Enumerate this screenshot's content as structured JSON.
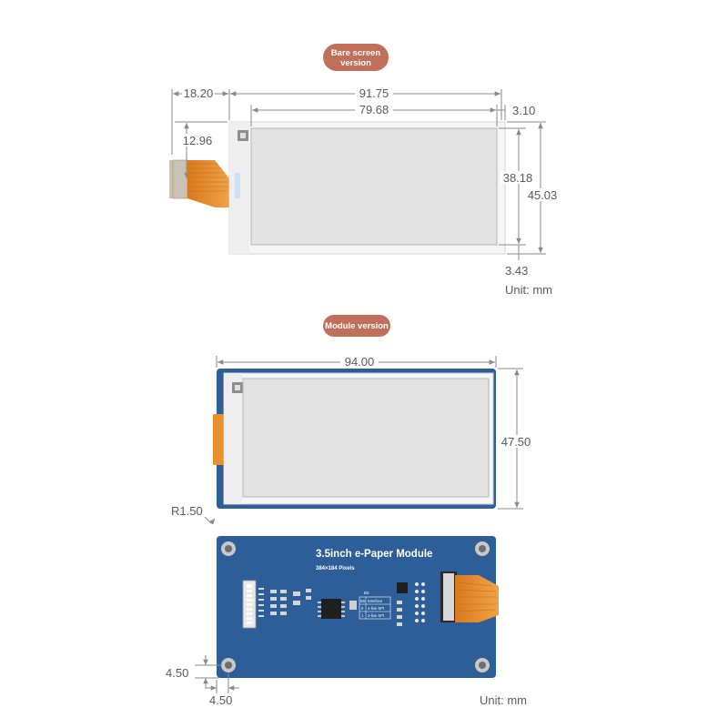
{
  "colors": {
    "badge": "#c0705a",
    "pcb_blue": "#2e5e97",
    "fpc_orange": "#e8902c",
    "panel_gray": "#e3e3e3",
    "frame_white": "#f6f6f6"
  },
  "bare": {
    "badge_line1": "Bare screen",
    "badge_line2": "version",
    "dims": {
      "left_offset": "18.20",
      "outline_width": "91.75",
      "active_width": "79.68",
      "right_margin": "3.10",
      "top_offset": "12.96",
      "active_height": "38.18",
      "outline_height": "45.03",
      "bottom_margin": "3.43"
    },
    "unit": "Unit: mm"
  },
  "module": {
    "badge_text": "Module version",
    "dims": {
      "width": "94.00",
      "height": "47.50",
      "corner_radius": "R1.50",
      "hole_offset_y": "4.50",
      "hole_offset_x": "4.50"
    },
    "unit": "Unit: mm",
    "pcb": {
      "title": "3.5inch e-Paper Module",
      "subtitle": "384×184 Pixels",
      "table_head": "BS",
      "table_col1": "Interface",
      "row1_bs": "0",
      "row1_if": "4-line SPI",
      "row2_bs": "1",
      "row2_if": "3-line SPI"
    }
  }
}
